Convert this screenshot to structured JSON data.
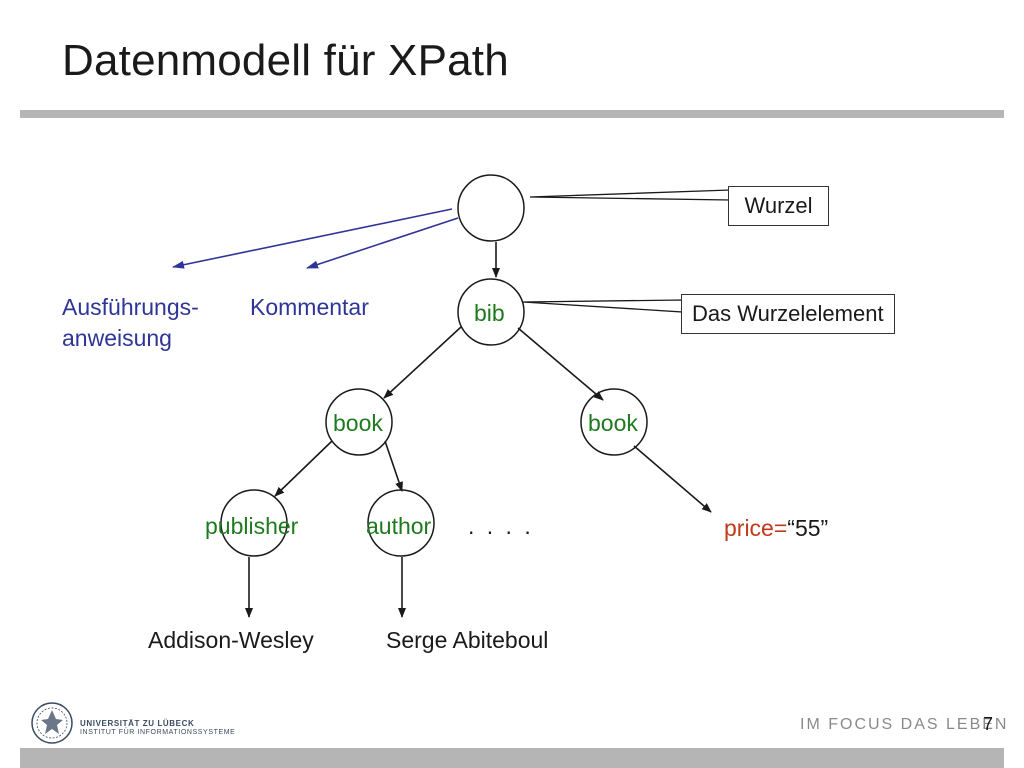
{
  "slide": {
    "title": "Datenmodell für XPath",
    "page_number": "7"
  },
  "tree": {
    "root_label": "",
    "bib": "bib",
    "book_left": "book",
    "book_right": "book",
    "publisher": "publisher",
    "author": "author",
    "ellipsis": ". . . .",
    "price_attr": "price=",
    "price_value": "“55”",
    "publisher_value": "Addison-Wesley",
    "author_value": "Serge Abiteboul",
    "processing_instruction_line1": "Ausführungs-",
    "processing_instruction_line2": "anweisung",
    "comment": "Kommentar"
  },
  "callouts": {
    "root": "Wurzel",
    "root_element": "Das Wurzelelement"
  },
  "footer": {
    "university_line1": "UNIVERSITÄT ZU LÜBECK",
    "university_line2": "INSTITUT FÜR INFORMATIONSSYSTEME",
    "slogan": "IM FOCUS DAS LEBEN"
  },
  "colors": {
    "element_green": "#1f7a1f",
    "nonelement_blue": "#2f3596",
    "attribute_red": "#c0391b"
  }
}
